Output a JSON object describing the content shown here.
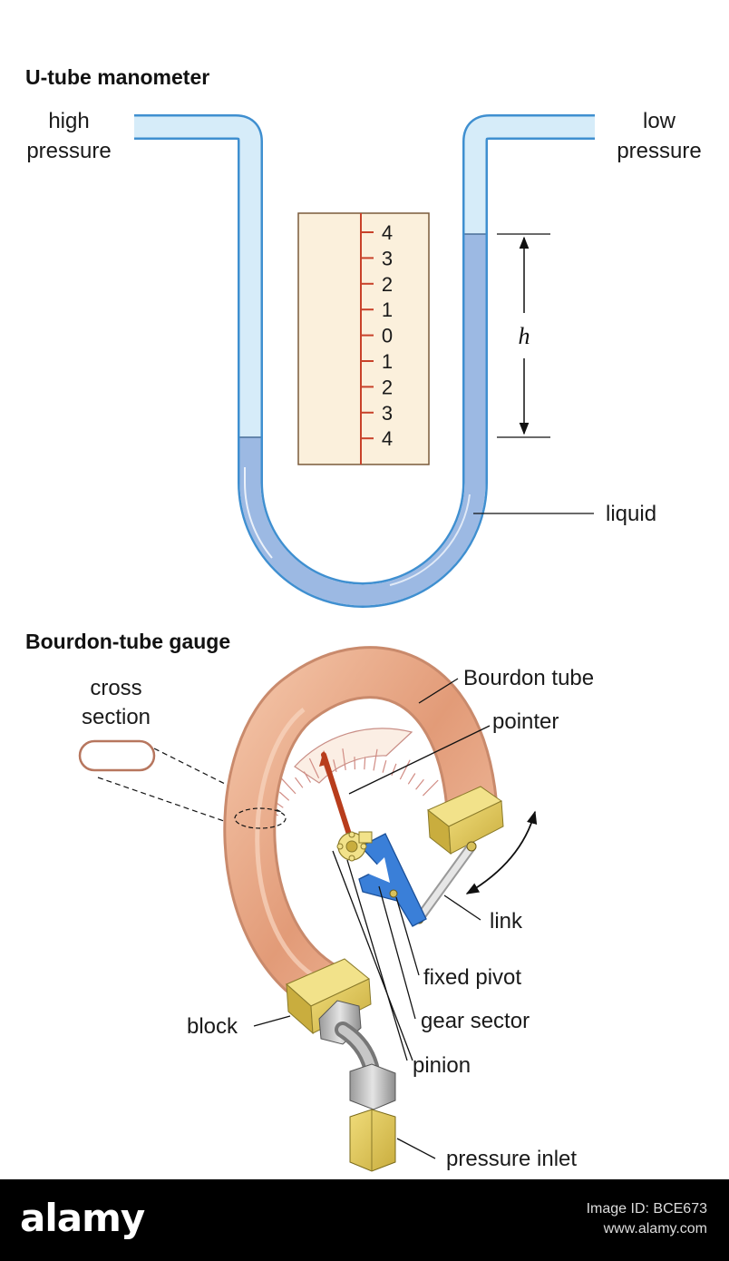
{
  "utube": {
    "title": "U-tube manometer",
    "high_pressure": [
      "high",
      "pressure"
    ],
    "low_pressure": [
      "low",
      "pressure"
    ],
    "scale_ticks": [
      "4",
      "3",
      "2",
      "1",
      "0",
      "1",
      "2",
      "3",
      "4"
    ],
    "h_label": "h",
    "liquid_label": "liquid"
  },
  "bourdon": {
    "title": "Bourdon-tube gauge",
    "cross_section": [
      "cross",
      "section"
    ],
    "bourdon_tube": "Bourdon tube",
    "pointer": "pointer",
    "link": "link",
    "fixed_pivot": "fixed pivot",
    "gear_sector": "gear sector",
    "pinion": "pinion",
    "block": "block",
    "pressure_inlet": "pressure inlet"
  },
  "footer": {
    "brand": "alamy",
    "image_id": "Image ID: BCE673",
    "site": "www.alamy.com"
  },
  "colors": {
    "tube_blue": "#3f8fd0",
    "tube_glass": "#cfe8f7",
    "liquid": "#9cb9e3",
    "scale_bg": "#fbf0dc",
    "scale_line": "#c8422a",
    "copper": "#e3a283",
    "brass": "#d8c15a",
    "gear_blue": "#3a7fd8"
  }
}
